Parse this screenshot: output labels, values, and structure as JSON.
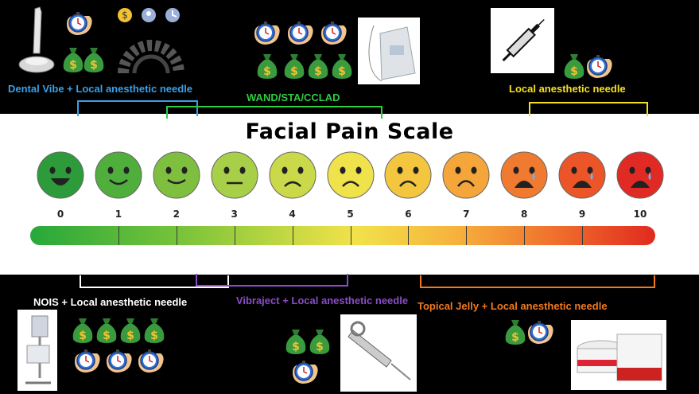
{
  "title": "Facial Pain Scale",
  "scale": {
    "numbers": [
      "0",
      "1",
      "2",
      "3",
      "4",
      "5",
      "6",
      "7",
      "8",
      "9",
      "10"
    ],
    "face_colors": [
      "#2e9b3a",
      "#4fae3c",
      "#7fbf3f",
      "#a7cf47",
      "#c9d94a",
      "#efe24b",
      "#f4c63f",
      "#f4a63a",
      "#ef7a30",
      "#eb5528",
      "#e22a24"
    ]
  },
  "methods": {
    "dental_vibe": {
      "label": "Dental Vibe + Local anesthetic needle",
      "color": "#3aa0e8"
    },
    "wand": {
      "label": "WAND/STA/CCLAD",
      "color": "#2ecc40"
    },
    "local": {
      "label": "Local anesthetic needle",
      "color": "#f5e020"
    },
    "nois": {
      "label": "NOIS + Local anesthetic needle",
      "color": "#ffffff"
    },
    "vibraject": {
      "label": "Vibraject + Local anesthetic needle",
      "color": "#8a4cc8"
    },
    "topical": {
      "label": "Topical Jelly + Local anesthetic needle",
      "color": "#f07a20"
    }
  },
  "icons": [
    "money-bag-icon",
    "stopwatch-hand-icon",
    "dollar-icon",
    "user-icon",
    "clock-icon",
    "gear-icon",
    "syringe-icon"
  ]
}
